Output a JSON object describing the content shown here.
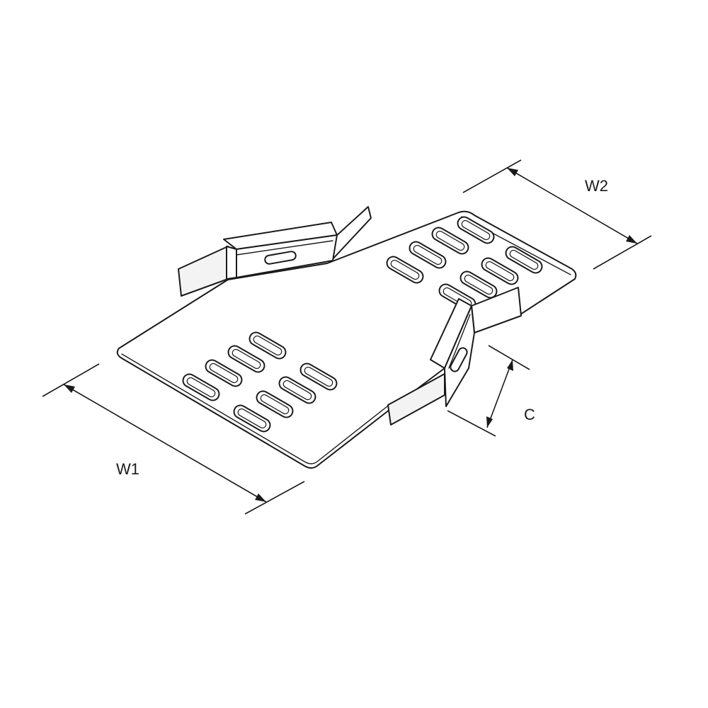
{
  "dimensions": {
    "w1": {
      "label": "W1"
    },
    "w2": {
      "label": "W2"
    },
    "c": {
      "label": "C"
    }
  },
  "colors": {
    "line": "#1a1a1a",
    "background": "#ffffff"
  }
}
